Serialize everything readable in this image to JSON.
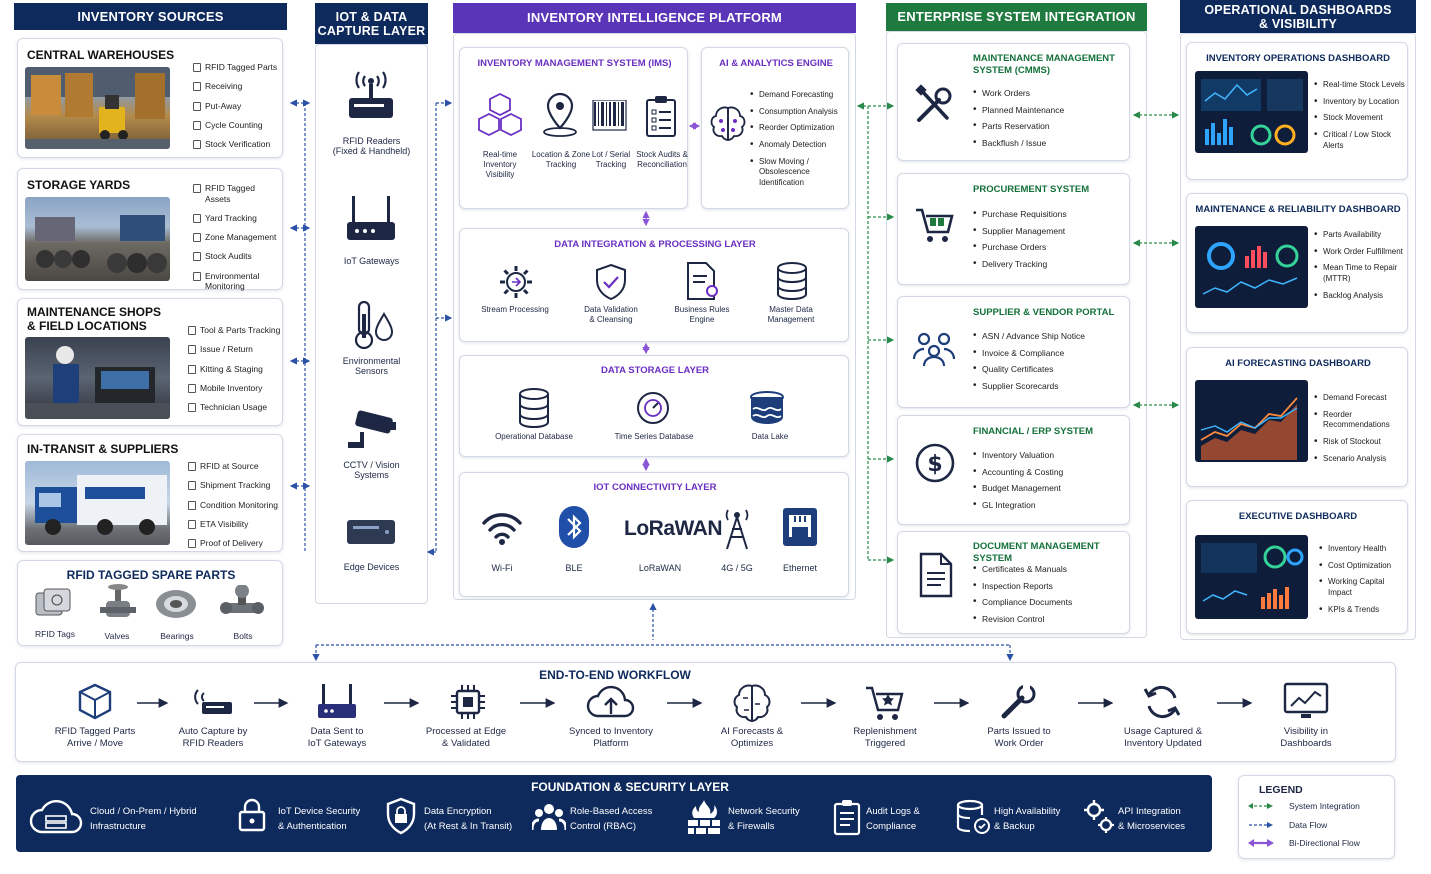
{
  "columns": {
    "sources": "INVENTORY SOURCES",
    "iot": "IOT & DATA\nCAPTURE LAYER",
    "platform": "INVENTORY INTELLIGENCE PLATFORM",
    "enterprise": "ENTERPRISE SYSTEM INTEGRATION",
    "dashboards": "OPERATIONAL DASHBOARDS\n& VISIBILITY"
  },
  "sources": [
    {
      "title": "CENTRAL WAREHOUSES",
      "items": [
        "RFID Tagged Parts",
        "Receiving",
        "Put-Away",
        "Cycle Counting",
        "Stock Verification"
      ]
    },
    {
      "title": "STORAGE YARDS",
      "items": [
        "RFID Tagged Assets",
        "Yard Tracking",
        "Zone Management",
        "Stock Audits",
        "Environmental\nMonitoring"
      ]
    },
    {
      "title": "MAINTENANCE SHOPS\n& FIELD LOCATIONS",
      "items": [
        "Tool & Parts Tracking",
        "Issue / Return",
        "Kitting & Staging",
        "Mobile Inventory",
        "Technician Usage"
      ]
    },
    {
      "title": "IN-TRANSIT & SUPPLIERS",
      "items": [
        "RFID at Source",
        "Shipment Tracking",
        "Condition Monitoring",
        "ETA Visibility",
        "Proof of Delivery"
      ]
    }
  ],
  "spare_parts": {
    "title": "RFID TAGGED SPARE PARTS",
    "items": [
      "RFID Tags",
      "Valves",
      "Bearings",
      "Bolts"
    ]
  },
  "iot_devices": [
    "RFID Readers\n(Fixed & Handheld)",
    "IoT Gateways",
    "Environmental\nSensors",
    "CCTV / Vision\nSystems",
    "Edge Devices"
  ],
  "ims": {
    "title": "INVENTORY MANAGEMENT SYSTEM (IMS)",
    "items": [
      "Real-time Inventory\nVisibility",
      "Location & Zone\nTracking",
      "Lot / Serial\nTracking",
      "Stock Audits &\nReconciliation"
    ]
  },
  "ai_engine": {
    "title": "AI & ANALYTICS ENGINE",
    "items": [
      "Demand Forecasting",
      "Consumption Analysis",
      "Reorder Optimization",
      "Anomaly Detection",
      "Slow Moving / Obsolescence\nIdentification"
    ]
  },
  "integration_layer": {
    "title": "DATA INTEGRATION & PROCESSING LAYER",
    "items": [
      "Stream Processing",
      "Data Validation\n& Cleansing",
      "Business Rules\nEngine",
      "Master Data\nManagement"
    ]
  },
  "storage_layer": {
    "title": "DATA STORAGE LAYER",
    "items": [
      "Operational Database",
      "Time Series Database",
      "Data Lake"
    ]
  },
  "connectivity_layer": {
    "title": "IOT CONNECTIVITY LAYER",
    "items": [
      "Wi-Fi",
      "BLE",
      "LoRaWAN",
      "4G / 5G",
      "Ethernet"
    ],
    "lorawan_logo": "LoRaWAN"
  },
  "enterprise": [
    {
      "title": "MAINTENANCE MANAGEMENT\nSYSTEM (CMMS)",
      "items": [
        "Work Orders",
        "Planned Maintenance",
        "Parts Reservation",
        "Backflush / Issue"
      ]
    },
    {
      "title": "PROCUREMENT SYSTEM",
      "items": [
        "Purchase Requisitions",
        "Supplier Management",
        "Purchase Orders",
        "Delivery Tracking"
      ]
    },
    {
      "title": "SUPPLIER & VENDOR PORTAL",
      "items": [
        "ASN / Advance Ship Notice",
        "Invoice & Compliance",
        "Quality Certificates",
        "Supplier Scorecards"
      ]
    },
    {
      "title": "FINANCIAL / ERP SYSTEM",
      "items": [
        "Inventory Valuation",
        "Accounting & Costing",
        "Budget Management",
        "GL Integration"
      ]
    },
    {
      "title": "DOCUMENT MANAGEMENT SYSTEM",
      "items": [
        "Certificates & Manuals",
        "Inspection Reports",
        "Compliance Documents",
        "Revision Control"
      ]
    }
  ],
  "dashboards": [
    {
      "title": "INVENTORY OPERATIONS DASHBOARD",
      "items": [
        "Real-time Stock Levels",
        "Inventory by Location",
        "Stock Movement",
        "Critical / Low Stock\nAlerts"
      ]
    },
    {
      "title": "MAINTENANCE & RELIABILITY DASHBOARD",
      "items": [
        "Parts Availability",
        "Work Order Fulfillment",
        "Mean Time to Repair\n(MTTR)",
        "Backlog Analysis"
      ]
    },
    {
      "title": "AI FORECASTING DASHBOARD",
      "items": [
        "Demand Forecast",
        "Reorder Recommendations",
        "Risk of Stockout",
        "Scenario Analysis"
      ]
    },
    {
      "title": "EXECUTIVE DASHBOARD",
      "items": [
        "Inventory Health",
        "Cost Optimization",
        "Working Capital Impact",
        "KPIs & Trends"
      ]
    }
  ],
  "workflow": {
    "title": "END-TO-END WORKFLOW",
    "steps": [
      "RFID Tagged Parts\nArrive / Move",
      "Auto Capture by\nRFID Readers",
      "Data Sent to\nIoT Gateways",
      "Processed at Edge\n& Validated",
      "Synced to Inventory\nPlatform",
      "AI Forecasts &\nOptimizes",
      "Replenishment\nTriggered",
      "Parts Issued to\nWork Order",
      "Usage Captured &\nInventory Updated",
      "Visibility in\nDashboards"
    ]
  },
  "foundation": {
    "title": "FOUNDATION & SECURITY LAYER",
    "items": [
      "Cloud / On-Prem / Hybrid\nInfrastructure",
      "IoT Device Security\n& Authentication",
      "Data Encryption\n(At Rest & In Transit)",
      "Role-Based Access\nControl (RBAC)",
      "Network Security\n& Firewalls",
      "Audit Logs &\nCompliance",
      "High Availability\n& Backup",
      "API Integration\n& Microservices"
    ]
  },
  "legend": {
    "title": "LEGEND",
    "items": [
      "System Integration",
      "Data Flow",
      "Bi-Directional Flow"
    ]
  },
  "colors": {
    "navy": "#0e2a5c",
    "purple": "#5b35b8",
    "green": "#1f7a3f",
    "flow_blue": "#2b52a6",
    "bidir_purple": "#8a55d6",
    "integration_green": "#2a8a4a"
  }
}
